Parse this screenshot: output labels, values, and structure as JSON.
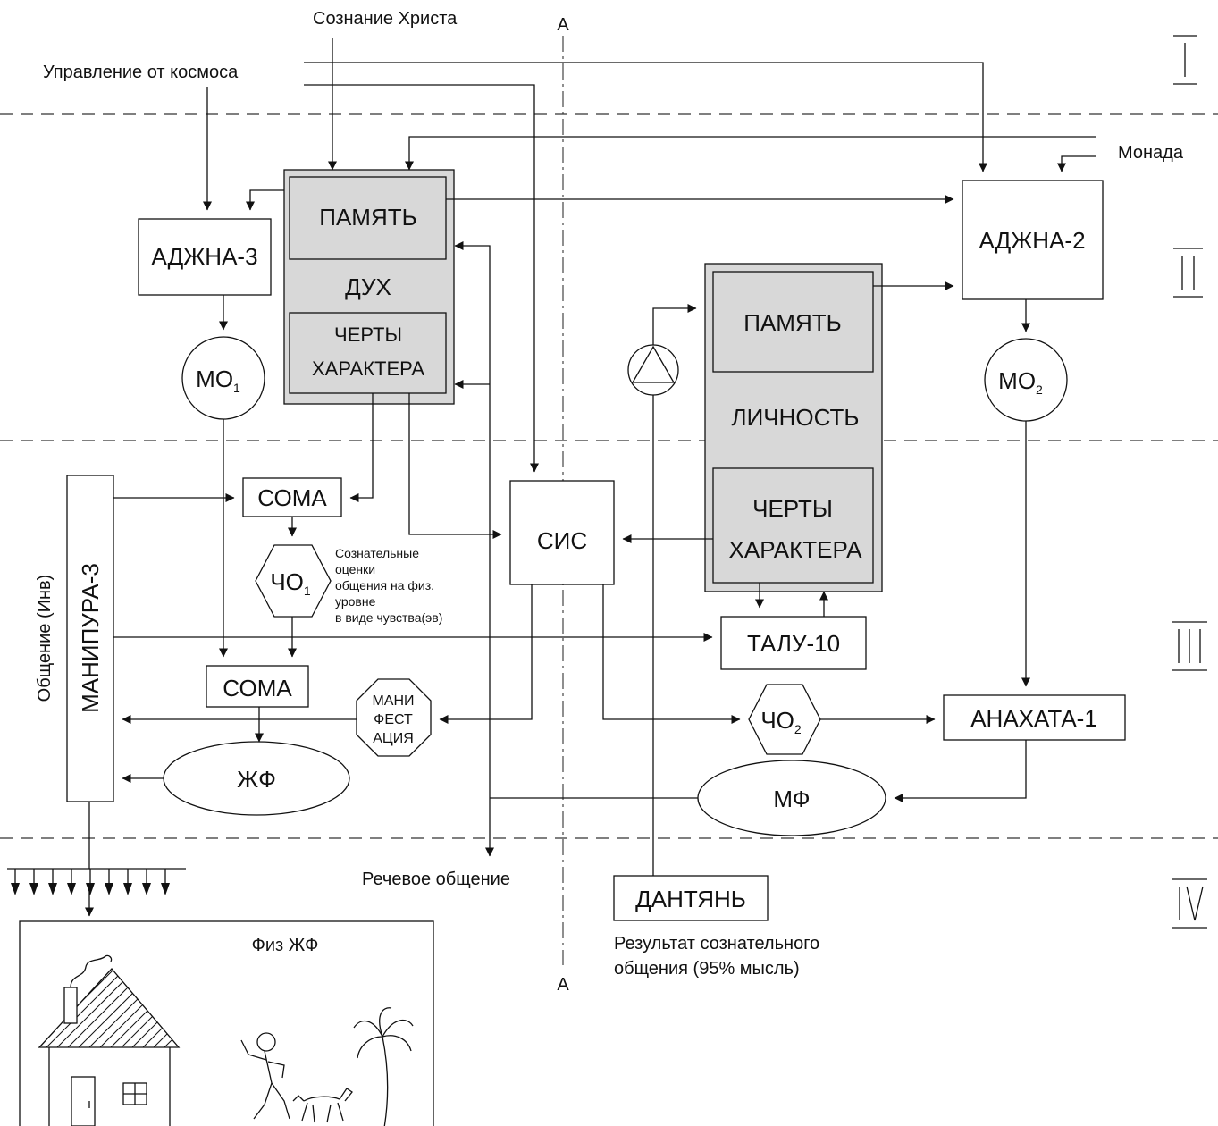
{
  "labels": {
    "christ": "Сознание Христа",
    "cosmos": "Управление от космоса",
    "monad": "Монада",
    "axis_top": "А",
    "axis_bottom": "А",
    "speech": "Речевое общение",
    "result_line1": "Результат сознательного",
    "result_line2": "общения (95% мысль)",
    "conscious_1": "Сознательные",
    "conscious_2": "оценки",
    "conscious_3": "общения на физ.",
    "conscious_4": "уровне",
    "conscious_5": "в виде чувства(эв)",
    "communication": "Общение (Инв)",
    "fiz_zhf": "Физ ЖФ"
  },
  "levels": [
    "I",
    "II",
    "III",
    "IV"
  ],
  "blocks": {
    "spirit": "ДУХ",
    "spirit_memory": "ПАМЯТЬ",
    "spirit_traits_1": "ЧЕРТЫ",
    "spirit_traits_2": "ХАРАКТЕРА",
    "personality": "ЛИЧНОСТЬ",
    "pers_memory": "ПАМЯТЬ",
    "pers_traits_1": "ЧЕРТЫ",
    "pers_traits_2": "ХАРАКТЕРА",
    "ajna3": "АДЖНА-3",
    "ajna2": "АДЖНА-2",
    "mo1": "МО",
    "mo1_sub": "1",
    "mo2": "МО",
    "mo2_sub": "2",
    "soma_top": "СОМА",
    "soma_bottom": "СОМА",
    "cho1": "ЧО",
    "cho1_sub": "1",
    "cho2": "ЧО",
    "cho2_sub": "2",
    "sis": "СИС",
    "manipura": "МАНИПУРА-3",
    "talu": "ТАЛУ-10",
    "anahata": "АНАХАТА-1",
    "zhf": "ЖФ",
    "mf": "МФ",
    "manif_1": "МАНИ",
    "manif_2": "ФЕСТ",
    "manif_3": "АЦИЯ",
    "dantyan": "ДАНТЯНЬ"
  },
  "colors": {
    "block_fill": "#d8d8d8",
    "line": "#111111"
  }
}
